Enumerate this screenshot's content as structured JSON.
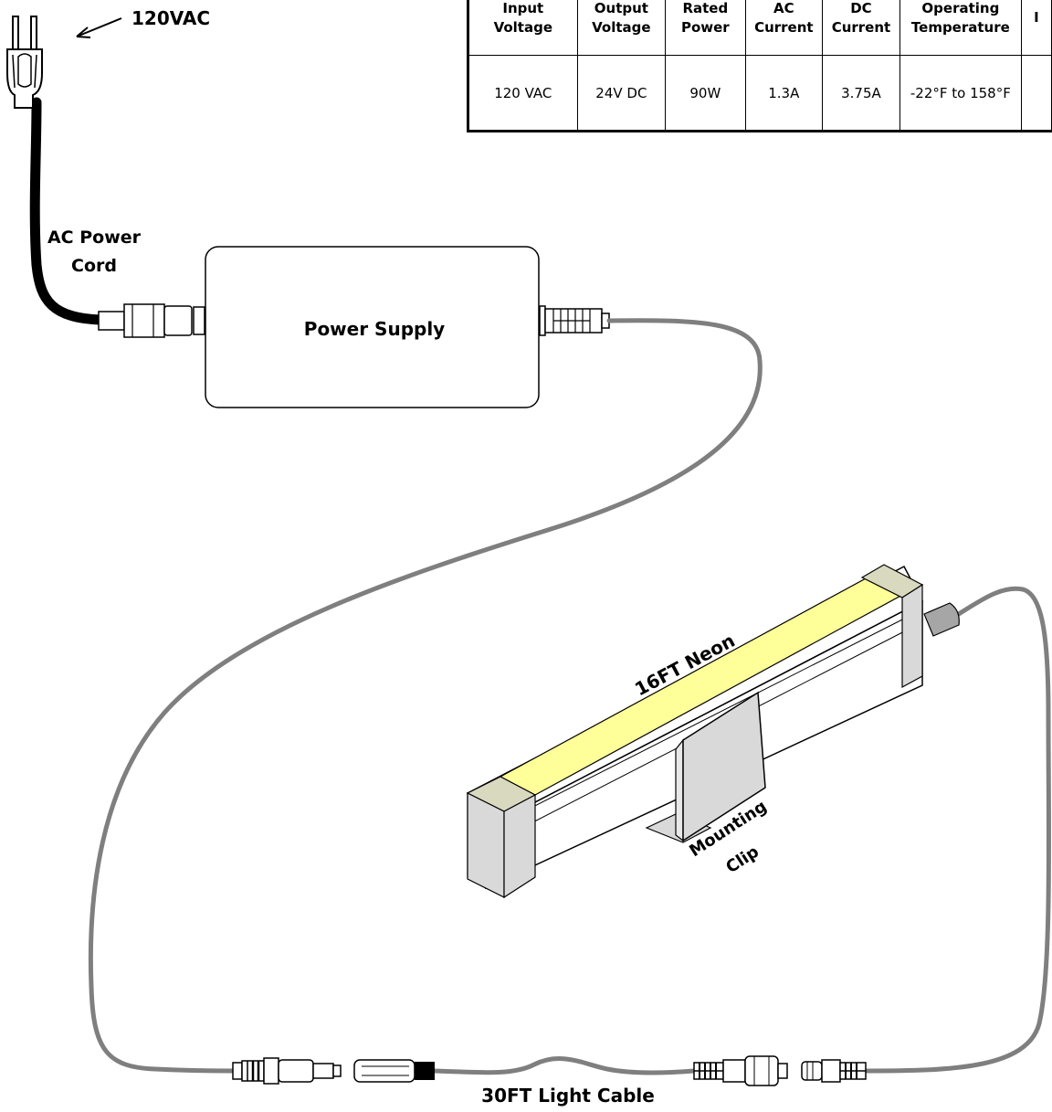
{
  "labels": {
    "voltage_in": "120VAC",
    "ac_cord": [
      "AC Power",
      "Cord"
    ],
    "power_supply": "Power Supply",
    "neon": "16FT Neon",
    "clip": [
      "Mounting",
      "Clip"
    ],
    "cable": "30FT Light Cable"
  },
  "spec_table": {
    "headers": [
      [
        "Input Voltage"
      ],
      [
        "Output",
        "Voltage"
      ],
      [
        "Rated",
        "Power"
      ],
      [
        "AC",
        "Current"
      ],
      [
        "DC",
        "Current"
      ],
      [
        "Operating",
        "Temperature"
      ],
      [
        "I"
      ]
    ],
    "row": [
      "120 VAC",
      "24V DC",
      "90W",
      "1.3A",
      "3.75A",
      "-22°F to 158°F",
      ""
    ]
  },
  "colors": {
    "cable": "#7f7f7f",
    "ac_cord": "#000000",
    "neon_fill": "#ffff99",
    "cap_fill": "#d9d9bf",
    "clip_fill": "#d9d9d9"
  }
}
